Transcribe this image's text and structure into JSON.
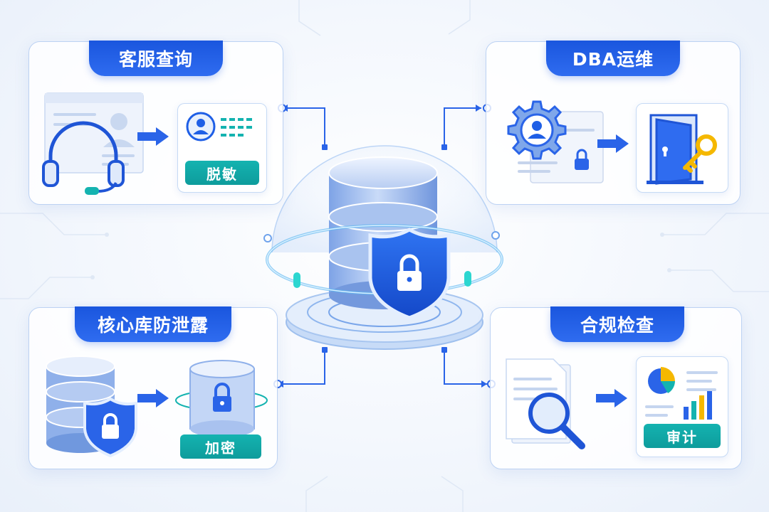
{
  "cards": {
    "customer_service": {
      "title": "客服查询",
      "badge": "脱敏"
    },
    "dba_ops": {
      "title": "DBA运维"
    },
    "core_db": {
      "title": "核心库防泄露",
      "badge": "加密"
    },
    "compliance": {
      "title": "合规检查",
      "badge": "审计"
    }
  },
  "icons": {
    "center": "database-shield-lock-icon",
    "customer_service": [
      "headset-icon",
      "user-profile-icon",
      "arrow-right-icon",
      "masked-id-card-icon"
    ],
    "dba_ops": [
      "gear-user-icon",
      "locked-document-icon",
      "arrow-right-icon",
      "door-key-icon"
    ],
    "core_db": [
      "database-shield-icon",
      "arrow-right-icon",
      "encrypted-database-icon"
    ],
    "compliance": [
      "document-magnifier-icon",
      "arrow-right-icon",
      "audit-chart-icon"
    ]
  },
  "colors": {
    "primary": "#1f5fe6",
    "teal": "#14a8a8",
    "gold": "#f5b800",
    "light_blue": "#dce9fb"
  }
}
